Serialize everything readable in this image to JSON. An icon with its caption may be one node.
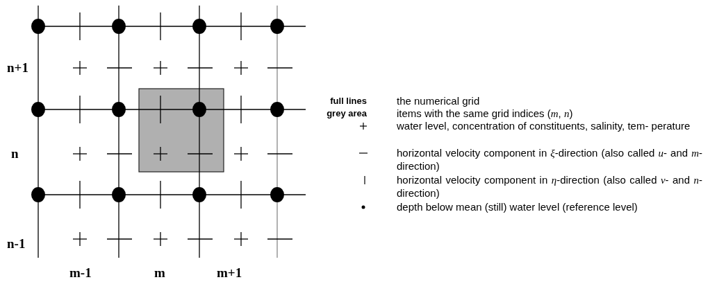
{
  "diagram": {
    "labels": [
      "n+1",
      "n",
      "n-1",
      "m-1",
      "m",
      "m+1",
      "full lines",
      "grey area"
    ],
    "legend": [
      {
        "text": "the numerical grid"
      },
      {
        "text": "items with the same grid indices (*m*, *n*)"
      },
      {
        "text": "water level, concentration of constituents, salinity, tem- perature"
      },
      {
        "text": "horizontal velocity component in *ξ*-direction (also called *u*- and *m*-direction)"
      },
      {
        "text": "horizontal velocity component in *η*-direction (also called *v*- and *n*-direction)"
      },
      {
        "text": "depth below mean (still) water level (reference level)"
      }
    ]
  }
}
